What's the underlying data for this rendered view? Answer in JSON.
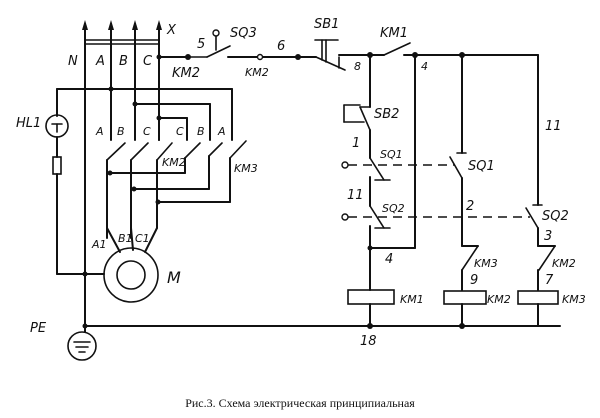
{
  "diagram": {
    "title": "Схема электрическая принципиальная",
    "caption": "Рис.3. Схема электрическая принципиальная",
    "supply": {
      "connector": "X",
      "bus_labels": [
        "N",
        "A",
        "B",
        "C"
      ]
    },
    "power_circuit": {
      "indicator_lamp": "HL1",
      "km2_phase_labels": [
        "A",
        "B",
        "C"
      ],
      "km3_phase_labels": [
        "C",
        "B",
        "A"
      ],
      "km2_label": "KM2",
      "km3_label": "KM3",
      "motor_terminals": [
        "A1",
        "B1",
        "C1"
      ],
      "motor_label": "M",
      "ground_label": "PE"
    },
    "control_circuit": {
      "wire_numbers": {
        "n5": "5",
        "n6": "6",
        "n8": "8",
        "n4_top": "4",
        "n1": "1",
        "n11_left": "11",
        "n11_right": "11",
        "n2": "2",
        "n3": "3",
        "n4_bottom": "4",
        "n9": "9",
        "n7": "7",
        "n18": "18"
      },
      "devices": {
        "sq3": "SQ3",
        "km2_top_a": "KM2",
        "km2_top_b": "KM2",
        "sb1": "SB1",
        "km1_hold": "KM1",
        "sb2": "SB2",
        "sq1_left": "SQ1",
        "sq2_left": "SQ2",
        "sq1_right": "SQ1",
        "sq2_right": "SQ2",
        "km3_interlock": "KM3",
        "km2_interlock": "KM2",
        "coil_km1": "KM1",
        "coil_km2": "KM2",
        "coil_km3": "KM3"
      }
    }
  }
}
